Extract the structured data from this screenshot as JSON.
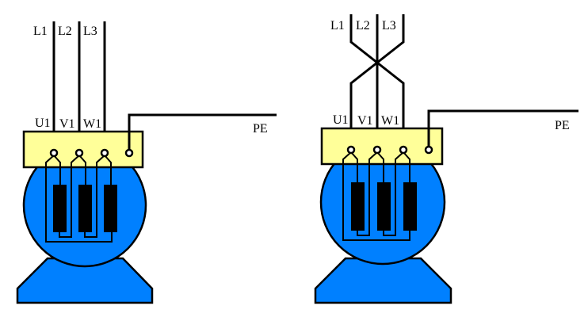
{
  "diagrams": [
    {
      "name": "direct-connection",
      "supply_labels": [
        "L1",
        "L2",
        "L3"
      ],
      "terminal_labels": [
        "U1",
        "V1",
        "W1"
      ],
      "earth_label": "PE"
    },
    {
      "name": "swapped-phases-connection",
      "supply_labels": [
        "L1",
        "L2",
        "L3"
      ],
      "terminal_labels": [
        "U1",
        "V1",
        "W1"
      ],
      "earth_label": "PE"
    }
  ],
  "colors": {
    "motor": "#0080ff",
    "terminal_box": "#ffff99",
    "wire": "#000000"
  }
}
